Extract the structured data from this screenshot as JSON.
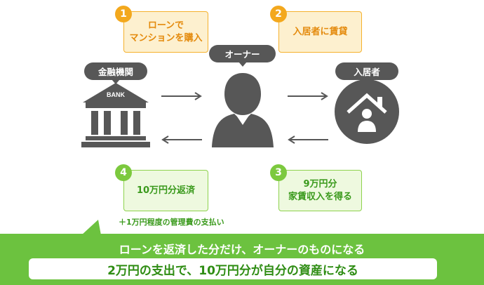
{
  "steps": [
    {
      "num": "1",
      "line1": "ローンで",
      "line2": "マンションを購入"
    },
    {
      "num": "2",
      "line1": "入居者に賃貸"
    },
    {
      "num": "3",
      "line1": "9万円分",
      "line2": "家賃収入を得る"
    },
    {
      "num": "4",
      "line1": "10万円分返済"
    }
  ],
  "actors": {
    "bank": "金融機関",
    "bank_sign": "BANK",
    "owner": "オーナー",
    "tenant": "入居者"
  },
  "note": "＋1万円程度の管理費の支払い",
  "summary": {
    "line1": "ローンを返済した分だけ、オーナーのものになる",
    "line2": "2万円の支出で、10万円分が自分の資産になる"
  },
  "colors": {
    "orange": "#f3a81d",
    "green": "#7cc93e",
    "gray": "#575757"
  }
}
